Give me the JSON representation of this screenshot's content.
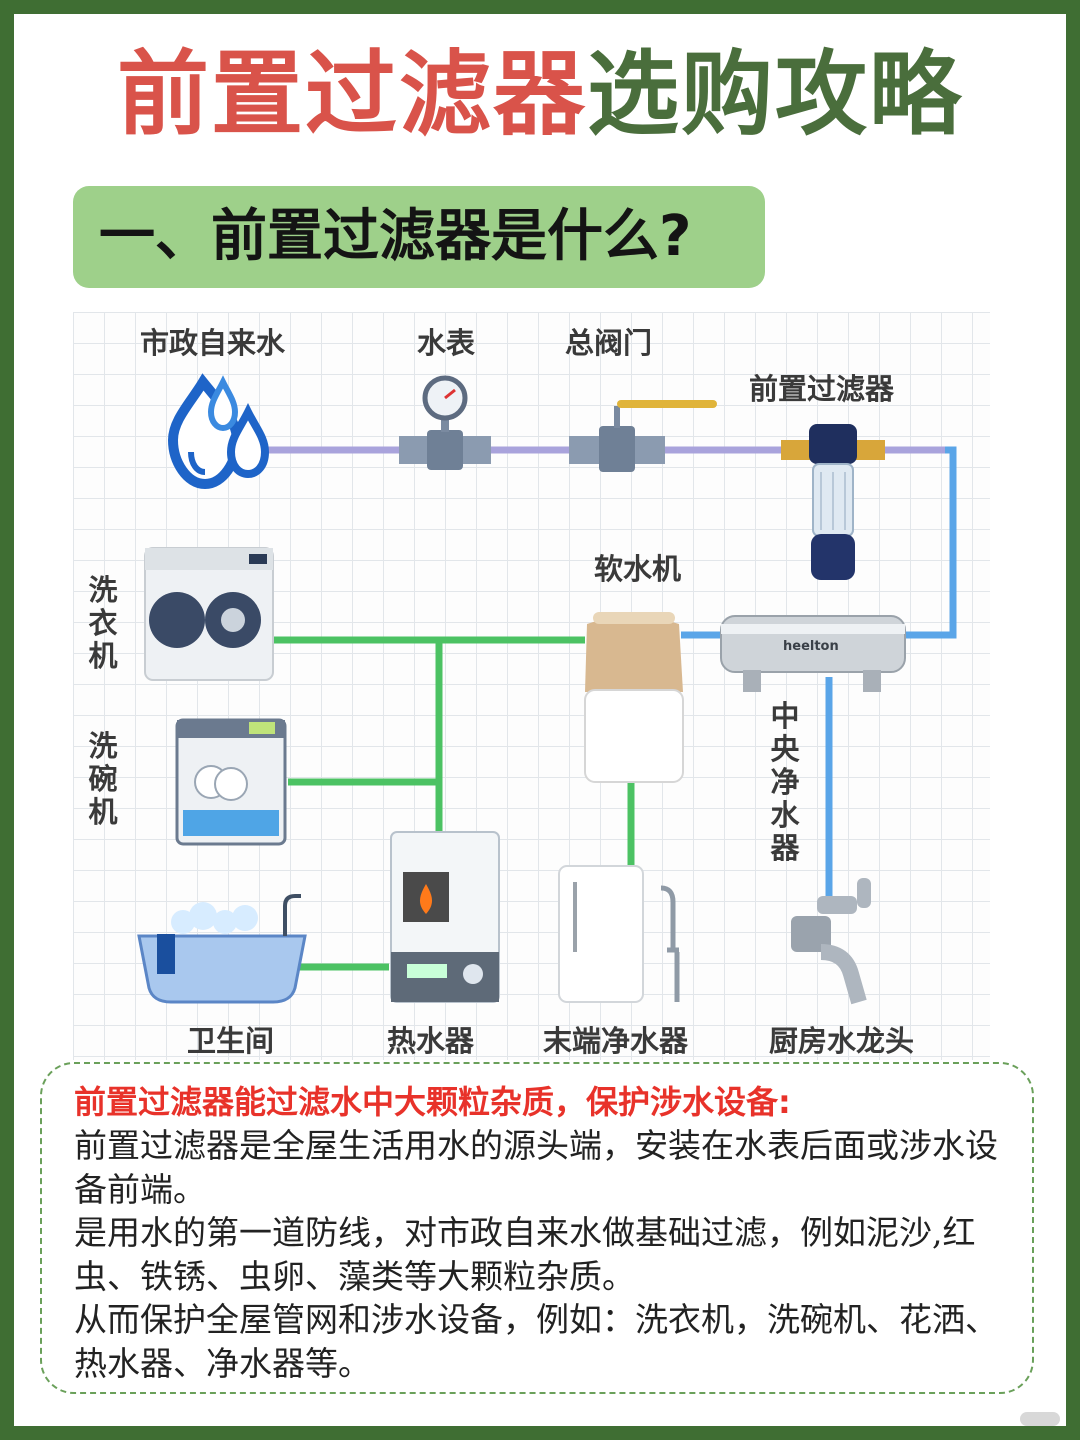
{
  "title": {
    "part_red": "前置过滤器",
    "part_green": "选购攻略"
  },
  "section_heading": "一、前置过滤器是什么?",
  "diagram": {
    "labels": {
      "municipal_water": "市政自来水",
      "water_meter": "水表",
      "main_valve": "总阀门",
      "pre_filter": "前置过滤器",
      "water_softener": "软水机",
      "washing_machine": "洗衣机",
      "dishwasher": "洗碗机",
      "central_purifier": "中央净水器",
      "bathroom": "卫生间",
      "water_heater": "热水器",
      "terminal_purifier": "末端净水器",
      "kitchen_faucet": "厨房水龙头"
    },
    "brand_text": "heelton",
    "colors": {
      "inlet_pipe": "#a9a3dc",
      "blue_pipe": "#5aa5e8",
      "green_pipe": "#4cc263",
      "drop": "#1e64c8"
    }
  },
  "description": {
    "highlight": "前置过滤器能过滤水中大颗粒杂质，保护涉水设备:",
    "paragraphs": [
      "前置过滤器是全屋生活用水的源头端，安装在水表后面或涉水设备前端。",
      "是用水的第一道防线，对市政自来水做基础过滤，例如泥沙,红虫、铁锈、虫卵、藻类等大颗粒杂质。",
      "从而保护全屋管网和涉水设备，例如：洗衣机，洗碗机、花洒、热水器、净水器等。"
    ],
    "colors": {
      "highlight": "#e8322a",
      "border": "#6aa05a"
    }
  }
}
